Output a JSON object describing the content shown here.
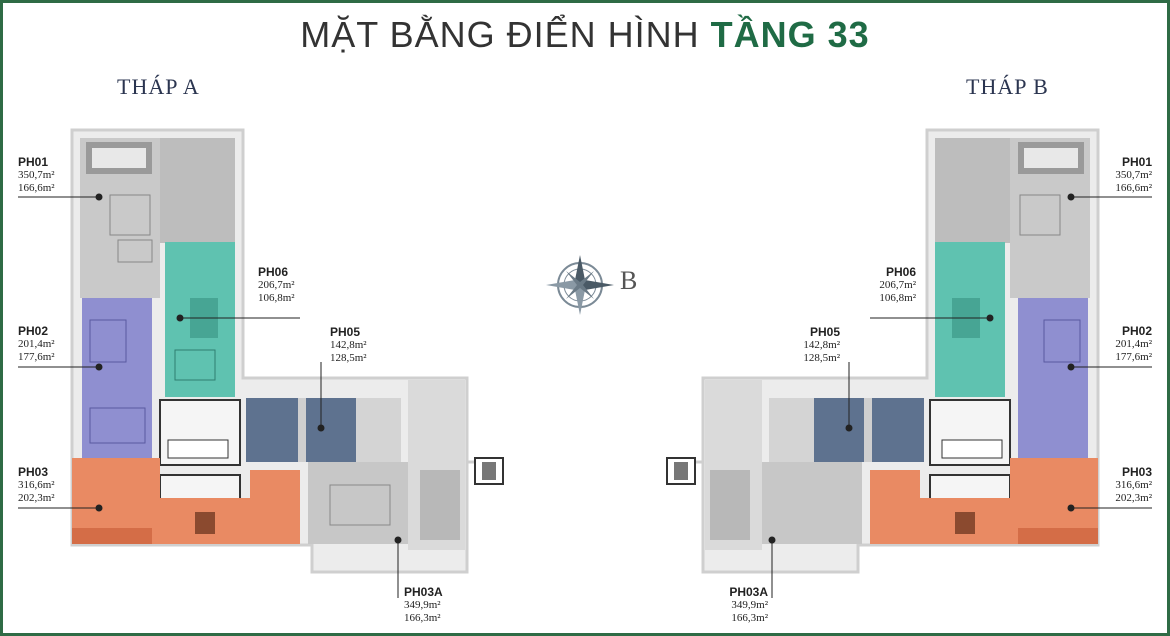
{
  "header": {
    "title_prefix": "MẶT BẰNG ĐIỂN HÌNH ",
    "title_highlight": "TẦNG 33"
  },
  "compass": {
    "label": "B"
  },
  "tower_a": {
    "label": "THÁP A",
    "units": [
      {
        "code": "PH01",
        "area1": "350,7m²",
        "area2": "166,6m²"
      },
      {
        "code": "PH06",
        "area1": "206,7m²",
        "area2": "106,8m²"
      },
      {
        "code": "PH02",
        "area1": "201,4m²",
        "area2": "177,6m²"
      },
      {
        "code": "PH05",
        "area1": "142,8m²",
        "area2": "128,5m²"
      },
      {
        "code": "PH03",
        "area1": "316,6m²",
        "area2": "202,3m²"
      },
      {
        "code": "PH03A",
        "area1": "349,9m²",
        "area2": "166,3m²"
      }
    ]
  },
  "tower_b": {
    "label": "THÁP B",
    "units": [
      {
        "code": "PH01",
        "area1": "350,7m²",
        "area2": "166,6m²"
      },
      {
        "code": "PH06",
        "area1": "206,7m²",
        "area2": "106,8m²"
      },
      {
        "code": "PH05",
        "area1": "142,8m²",
        "area2": "128,5m²"
      },
      {
        "code": "PH02",
        "area1": "201,4m²",
        "area2": "177,6m²"
      },
      {
        "code": "PH03",
        "area1": "316,6m²",
        "area2": "202,3m²"
      },
      {
        "code": "PH03A",
        "area1": "349,9m²",
        "area2": "166,3m²"
      }
    ]
  },
  "colors": {
    "frame": "#2f6b45",
    "ph01": "#c9c9c9",
    "ph06": "#5fc2b0",
    "ph02": "#8f8fd0",
    "ph05": "#5e728f",
    "ph03": "#e98a63",
    "ph03a": "#c7c7c7",
    "terrace": "#e6e6e6"
  }
}
